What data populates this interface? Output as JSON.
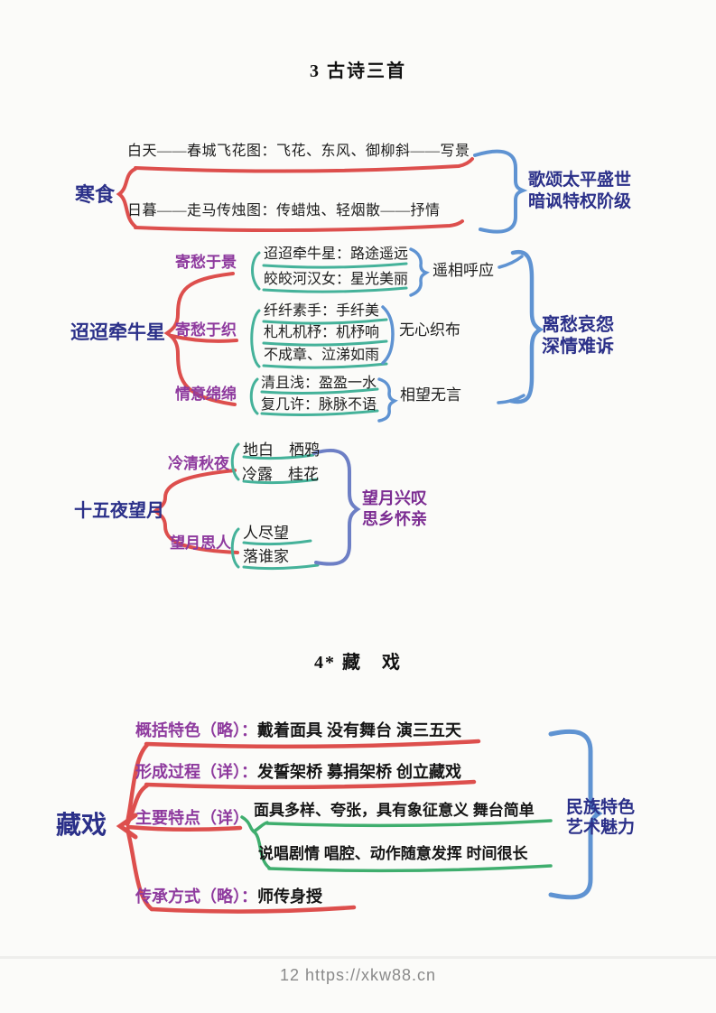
{
  "page": {
    "title1": "3 古诗三首",
    "title2": "4* 藏　戏",
    "footer": "12 https://xkw88.cn"
  },
  "colors": {
    "branch_red": "#dd4f4d",
    "brace_blue": "#5f93d2",
    "bracket_teal": "#45b29a",
    "brace_green": "#3fae6e",
    "conclusion_navy": "#2b3089",
    "label_purple": "#8e3a9e",
    "conclusion_purple": "#7c2d92",
    "footer_gray": "#8a8a8a"
  },
  "map1": {
    "root": "寒食",
    "lines": [
      "白天——春城飞花图：飞花、东风、御柳斜——写景",
      "日暮——走马传烛图：传蜡烛、轻烟散——抒情"
    ],
    "conclusion": [
      "歌颂太平盛世",
      "暗讽特权阶级"
    ]
  },
  "map2": {
    "root": "迢迢牵牛星",
    "branches": [
      {
        "label": "寄愁于景",
        "items": [
          "迢迢牵牛星：路途遥远",
          "皎皎河汉女：星光美丽"
        ],
        "result": "遥相呼应"
      },
      {
        "label": "寄愁于织",
        "items": [
          "纤纤素手：手纤美",
          "札札机杼：机杼响",
          "不成章、泣涕如雨"
        ],
        "result": "无心织布"
      },
      {
        "label": "情意绵绵",
        "items": [
          "清且浅：盈盈一水",
          "复几许：脉脉不语"
        ],
        "result": "相望无言"
      }
    ],
    "conclusion": [
      "离愁哀怨",
      "深情难诉"
    ]
  },
  "map3": {
    "root": "十五夜望月",
    "branches": [
      {
        "label": "冷清秋夜",
        "items": [
          "地白　栖鸦",
          "冷露　桂花"
        ]
      },
      {
        "label": "望月思人",
        "items": [
          "人尽望",
          "落谁家"
        ]
      }
    ],
    "conclusion": [
      "望月兴叹",
      "思乡怀亲"
    ]
  },
  "map4": {
    "root": "藏戏",
    "branches": [
      {
        "label": "概括特色（略）：",
        "content": "戴着面具 没有舞台 演三五天"
      },
      {
        "label": "形成过程（详）：",
        "content": "发誓架桥 募捐架桥 创立藏戏"
      },
      {
        "label": "主要特点（详）",
        "items": [
          "面具多样、夸张，具有象征意义 舞台简单",
          "说唱剧情 唱腔、动作随意发挥 时间很长"
        ]
      },
      {
        "label": "传承方式（略）：",
        "content": "师传身授"
      }
    ],
    "conclusion": [
      "民族特色",
      "艺术魅力"
    ]
  }
}
